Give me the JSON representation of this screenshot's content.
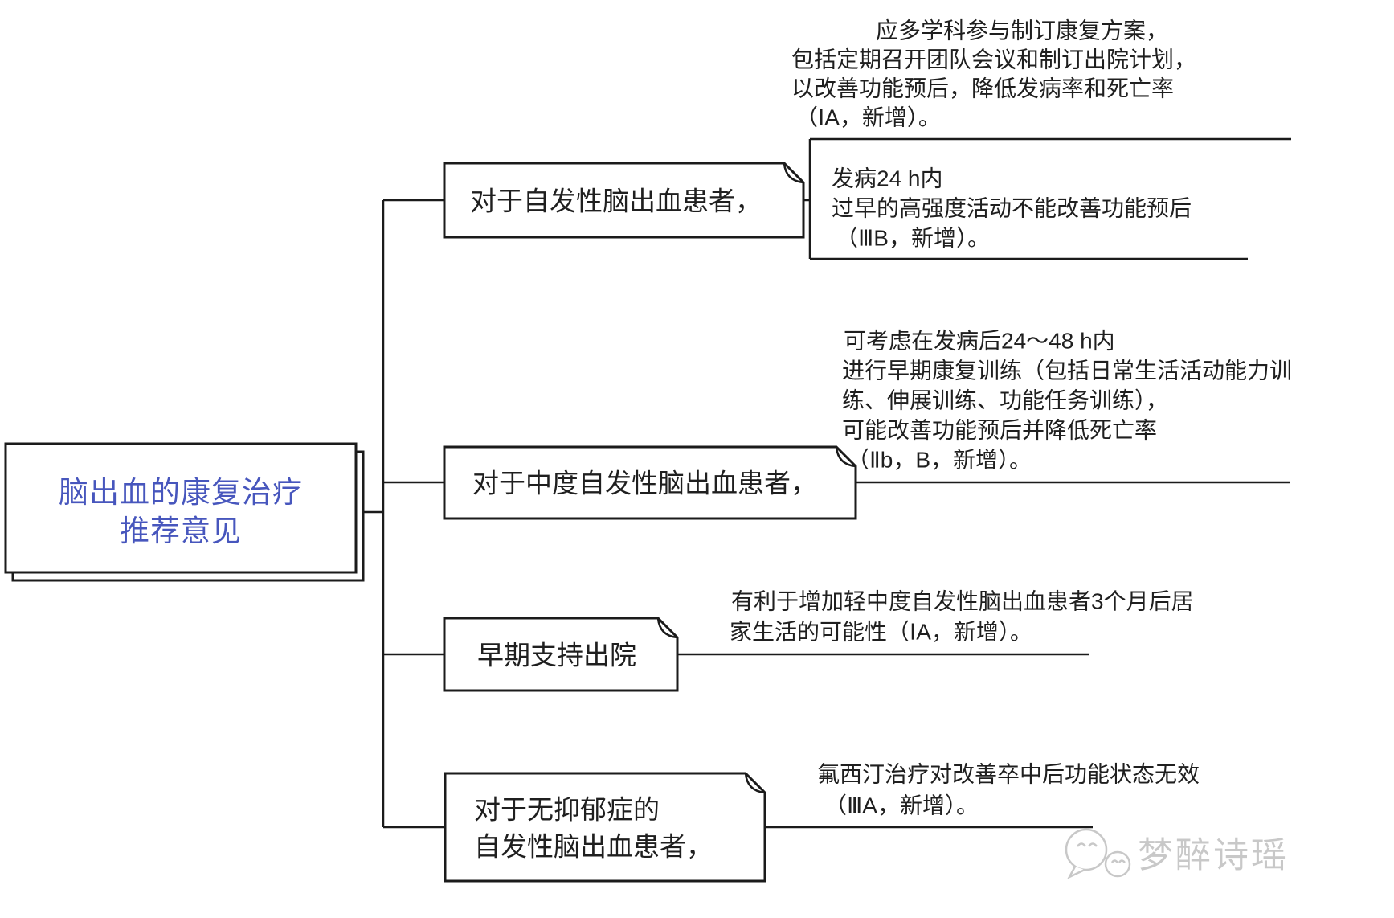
{
  "root": {
    "label_line1": "脑出血的康复治疗",
    "label_line2": "推荐意见",
    "text_color": "#4756bd"
  },
  "branches": [
    {
      "node_label": "对于自发性脑出血患者，",
      "annotations": [
        {
          "lines": [
            "应多学科参与制订康复方案，",
            "包括定期召开团队会议和制订出院计划，",
            "以改善功能预后，降低发病率和死亡率",
            "（ⅠA，新增）。"
          ]
        },
        {
          "lines": [
            "发病24 h内",
            "过早的高强度活动不能改善功能预后",
            "（ⅢB，新增）。"
          ]
        }
      ]
    },
    {
      "node_label": "对于中度自发性脑出血患者，",
      "annotations": [
        {
          "lines": [
            "可考虑在发病后24～48 h内",
            "进行早期康复训练（包括日常生活活动能力训",
            "练、伸展训练、功能任务训练），",
            "可能改善功能预后并降低死亡率",
            "（Ⅱb，B，新增）。"
          ]
        }
      ]
    },
    {
      "node_label": "早期支持出院",
      "annotations": [
        {
          "lines": [
            "有利于增加轻中度自发性脑出血患者3个月后居",
            "家生活的可能性（ⅠA，新增）。"
          ]
        }
      ]
    },
    {
      "node_label_line1": "对于无抑郁症的",
      "node_label_line2": "自发性脑出血患者，",
      "annotations": [
        {
          "lines": [
            "氟西汀治疗对改善卒中后功能状态无效",
            "（ⅢA，新增）。"
          ]
        }
      ]
    }
  ],
  "watermark": {
    "text": "梦醉诗瑶",
    "color": "#c8c8c8"
  },
  "colors": {
    "line": "#1b1b1b",
    "root_text": "#4756bd",
    "body_text": "#1f1f1f"
  }
}
